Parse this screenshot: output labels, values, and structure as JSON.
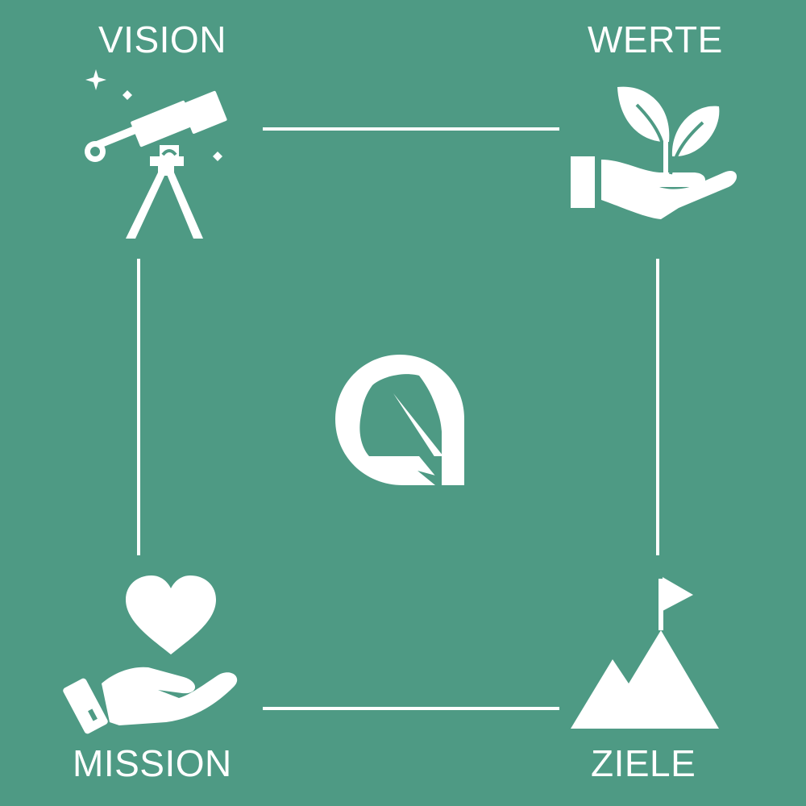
{
  "labels": {
    "vision": "VISION",
    "werte": "WERTE",
    "mission": "MISSION",
    "ziele": "ZIELE"
  },
  "colors": {
    "background": "#4e9a84",
    "foreground": "#ffffff"
  },
  "icons": {
    "top_left": "telescope-icon",
    "top_right": "hand-with-plant-icon",
    "bottom_left": "hand-with-heart-icon",
    "bottom_right": "mountain-with-flag-icon",
    "center": "leaf-logo"
  }
}
